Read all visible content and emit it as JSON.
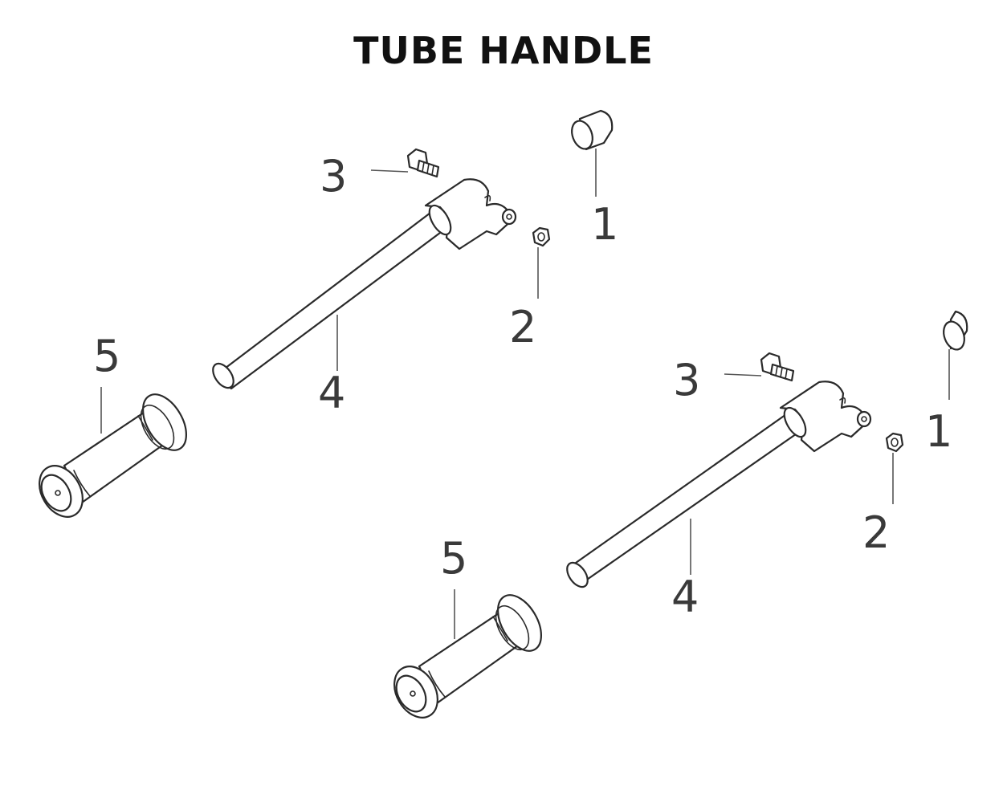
{
  "title": "TUBE HANDLE",
  "colors": {
    "title": "#111111",
    "line": "#2a2a2a",
    "callout": "#3a3a3a"
  },
  "callouts": {
    "upper": {
      "cap": "1",
      "nut": "2",
      "bolt": "3",
      "tube": "4",
      "grip": "5"
    },
    "lower": {
      "cap": "1",
      "nut": "2",
      "bolt": "3",
      "tube": "4",
      "grip": "5"
    }
  }
}
